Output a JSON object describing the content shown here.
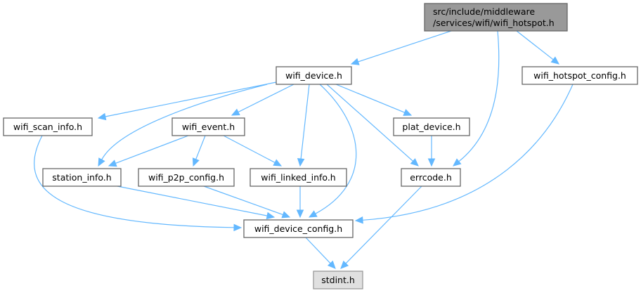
{
  "graph": {
    "title": "Include dependency graph for wifi_hotspot.h",
    "colors": {
      "edge": "#63b8ff",
      "root_fill": "#999999",
      "external_fill": "#e0e0e0",
      "node_border": "#666666"
    },
    "nodes": [
      {
        "id": "root",
        "label_lines": [
          "src/include/middleware",
          "/services/wifi/wifi_hotspot.h"
        ],
        "kind": "root"
      },
      {
        "id": "wifi_device",
        "label_lines": [
          "wifi_device.h"
        ],
        "kind": "normal"
      },
      {
        "id": "wifi_hotspot_config",
        "label_lines": [
          "wifi_hotspot_config.h"
        ],
        "kind": "normal"
      },
      {
        "id": "wifi_scan_info",
        "label_lines": [
          "wifi_scan_info.h"
        ],
        "kind": "normal"
      },
      {
        "id": "wifi_event",
        "label_lines": [
          "wifi_event.h"
        ],
        "kind": "normal"
      },
      {
        "id": "plat_device",
        "label_lines": [
          "plat_device.h"
        ],
        "kind": "normal"
      },
      {
        "id": "station_info",
        "label_lines": [
          "station_info.h"
        ],
        "kind": "normal"
      },
      {
        "id": "wifi_p2p_config",
        "label_lines": [
          "wifi_p2p_config.h"
        ],
        "kind": "normal"
      },
      {
        "id": "wifi_linked_info",
        "label_lines": [
          "wifi_linked_info.h"
        ],
        "kind": "normal"
      },
      {
        "id": "errcode",
        "label_lines": [
          "errcode.h"
        ],
        "kind": "normal"
      },
      {
        "id": "wifi_device_config",
        "label_lines": [
          "wifi_device_config.h"
        ],
        "kind": "normal"
      },
      {
        "id": "stdint",
        "label_lines": [
          "stdint.h"
        ],
        "kind": "external"
      }
    ],
    "edges": [
      {
        "from": "root",
        "to": "wifi_device"
      },
      {
        "from": "root",
        "to": "wifi_hotspot_config"
      },
      {
        "from": "root",
        "to": "errcode"
      },
      {
        "from": "wifi_device",
        "to": "wifi_scan_info"
      },
      {
        "from": "wifi_device",
        "to": "station_info"
      },
      {
        "from": "wifi_device",
        "to": "wifi_event"
      },
      {
        "from": "wifi_device",
        "to": "wifi_linked_info"
      },
      {
        "from": "wifi_device",
        "to": "wifi_device_config"
      },
      {
        "from": "wifi_device",
        "to": "plat_device"
      },
      {
        "from": "wifi_device",
        "to": "errcode"
      },
      {
        "from": "wifi_event",
        "to": "station_info"
      },
      {
        "from": "wifi_event",
        "to": "wifi_p2p_config"
      },
      {
        "from": "wifi_event",
        "to": "wifi_linked_info"
      },
      {
        "from": "plat_device",
        "to": "errcode"
      },
      {
        "from": "wifi_scan_info",
        "to": "wifi_device_config"
      },
      {
        "from": "station_info",
        "to": "wifi_device_config"
      },
      {
        "from": "wifi_p2p_config",
        "to": "wifi_device_config"
      },
      {
        "from": "wifi_linked_info",
        "to": "wifi_device_config"
      },
      {
        "from": "wifi_hotspot_config",
        "to": "wifi_device_config"
      },
      {
        "from": "wifi_device_config",
        "to": "stdint"
      },
      {
        "from": "errcode",
        "to": "stdint"
      }
    ]
  }
}
